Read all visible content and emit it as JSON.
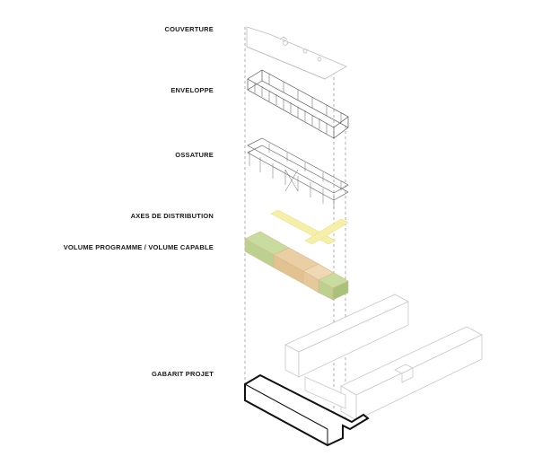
{
  "layers": [
    {
      "id": "couverture",
      "label": "COUVERTURE"
    },
    {
      "id": "enveloppe",
      "label": "ENVELOPPE"
    },
    {
      "id": "ossature",
      "label": "OSSATURE"
    },
    {
      "id": "axes",
      "label": "AXES DE DISTRIBUTION"
    },
    {
      "id": "volume",
      "label": "VOLUME PROGRAMME / VOLUME CAPABLE"
    },
    {
      "id": "gabarit",
      "label": "GABARIT PROJET"
    }
  ],
  "colors": {
    "line": "#b5b5b5",
    "frame": "#555555",
    "context": "#c8c8c8",
    "outline": "#111111",
    "axes": "#f6efa8",
    "volume_green": "#c9dca0",
    "volume_tan": "#e9cfa3",
    "volume_edge": "#d8b98c"
  }
}
